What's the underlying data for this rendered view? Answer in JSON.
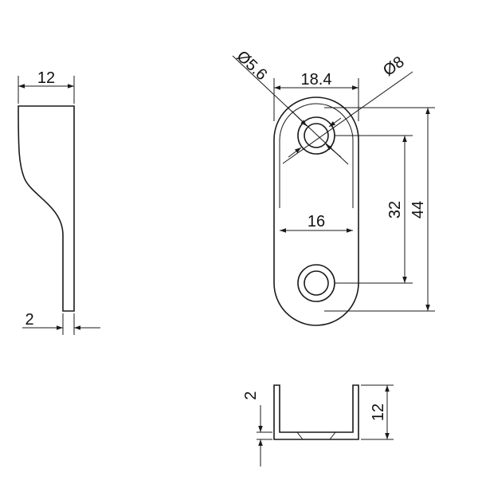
{
  "dimensions": {
    "side_width": "12",
    "side_thickness": "2",
    "hole_small_dia": "Ø5.6",
    "hole_large_dia": "Ø8",
    "outer_width": "18.4",
    "inner_width": "16",
    "hole_spacing": "32",
    "overall_length": "44",
    "bottom_thickness": "2",
    "bottom_height": "12"
  }
}
